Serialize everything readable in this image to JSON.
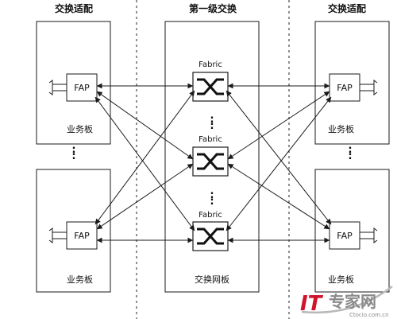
{
  "headers": {
    "left": "交换适配",
    "center": "第一级交换",
    "right": "交换适配"
  },
  "labels": {
    "fap": "FAP",
    "fabric": "Fabric",
    "service_board": "业务板",
    "switch_board": "交换网板",
    "ellipsis": ":"
  },
  "watermark": {
    "brand_it": "IT",
    "brand_cn": "专家网",
    "url": "Ctocio.com.cn"
  },
  "colors": {
    "line": "#1a1a1a",
    "brand": "#d0142c",
    "gray": "#8a8a8a"
  }
}
